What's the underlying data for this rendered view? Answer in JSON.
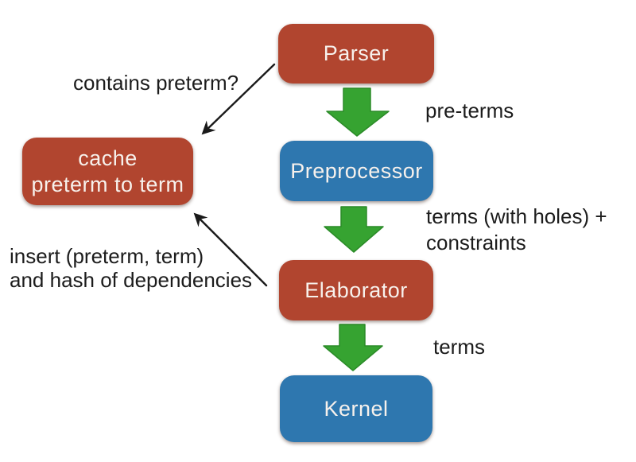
{
  "background": "#ffffff",
  "colors": {
    "node_red": "#b1452f",
    "node_blue": "#2e77af",
    "arrow_green": "#36a331",
    "arrow_black": "#1a1a1a",
    "annotation_text": "#1c1c1c",
    "node_text": "#f7f1ec"
  },
  "nodes": {
    "parser": {
      "label": "Parser",
      "color": "#b1452f"
    },
    "preprocessor": {
      "label": "Preprocessor",
      "color": "#2e77af"
    },
    "elaborator": {
      "label": "Elaborator",
      "color": "#b1452f"
    },
    "kernel": {
      "label": "Kernel",
      "color": "#2e77af"
    },
    "cache": {
      "line1": "cache",
      "line2": "preterm to term",
      "color": "#b1452f"
    }
  },
  "edge_labels": {
    "parser_to_preprocessor": "pre-terms",
    "preprocessor_to_elaborator_line1": "terms (with holes) +",
    "preprocessor_to_elaborator_line2": "constraints",
    "elaborator_to_kernel": "terms",
    "parser_to_cache": "contains preterm?",
    "elaborator_to_cache_line1": "insert (preterm, term)",
    "elaborator_to_cache_line2": "and hash of dependencies"
  }
}
